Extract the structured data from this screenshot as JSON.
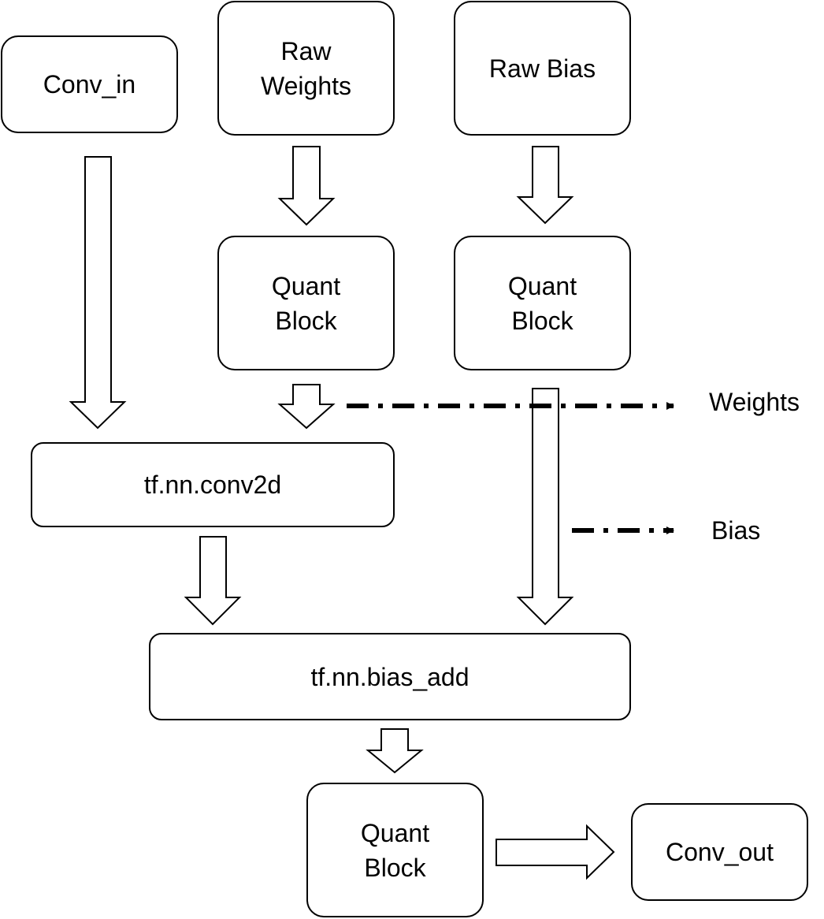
{
  "nodes": {
    "conv_in": "Conv_in",
    "raw_weights": "Raw\nWeights",
    "raw_bias": "Raw Bias",
    "quant_weights": "Quant\nBlock",
    "quant_bias": "Quant\nBlock",
    "conv2d": "tf.nn.conv2d",
    "bias_add": "tf.nn.bias_add",
    "quant_out": "Quant\nBlock",
    "conv_out": "Conv_out"
  },
  "outputs": {
    "weights": "Weights",
    "bias": "Bias"
  }
}
